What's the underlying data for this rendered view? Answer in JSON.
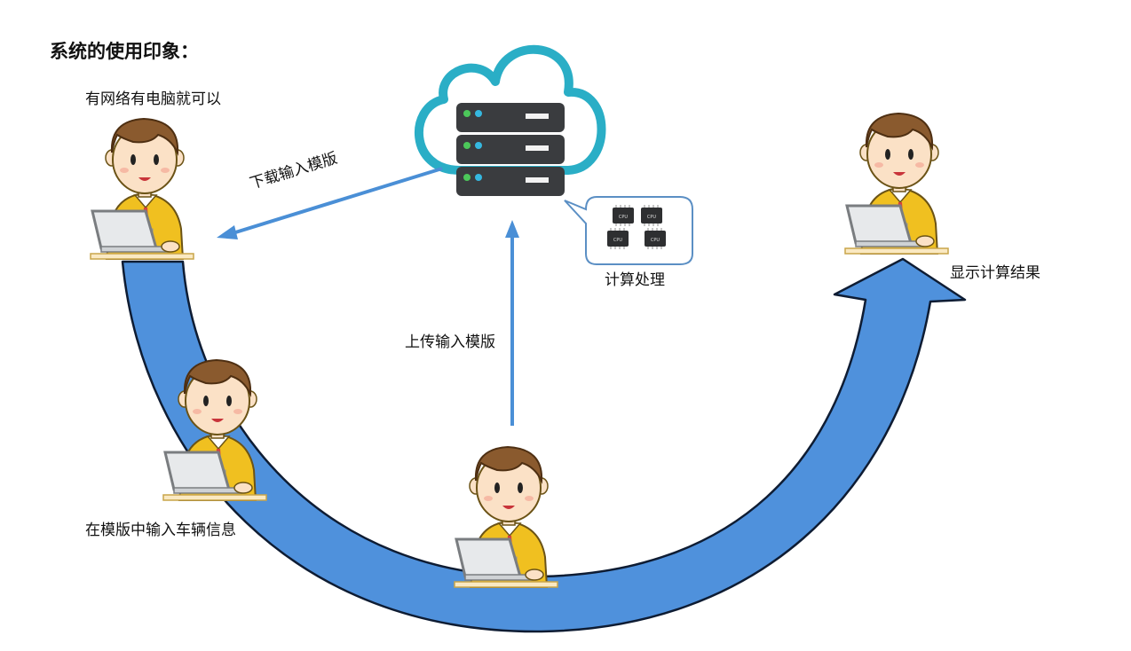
{
  "title": "系统的使用印象：",
  "steps": {
    "user_start": "有网络有电脑就可以",
    "input_data": "在模版中输入车辆信息",
    "upload": "上传输入模版",
    "download": "下载输入模版",
    "compute": "计算处理",
    "result": "显示计算结果"
  },
  "chips": [
    "CPU",
    "CPU",
    "CPU",
    "CPU"
  ],
  "colors": {
    "arc_fill": "#4f91dc",
    "arc_stroke": "#0e1c33",
    "arrow": "#4a8fd6",
    "cloud_outline": "#2aaec6",
    "server": "#3a3c3f",
    "bubble_border": "#5b8fc4",
    "shirt": "#f0c020",
    "hair": "#8a5a2e",
    "skin": "#fbe1c6"
  },
  "icons": [
    "cloud-server-icon",
    "cpu-chip-icon",
    "person-with-laptop-icon"
  ]
}
